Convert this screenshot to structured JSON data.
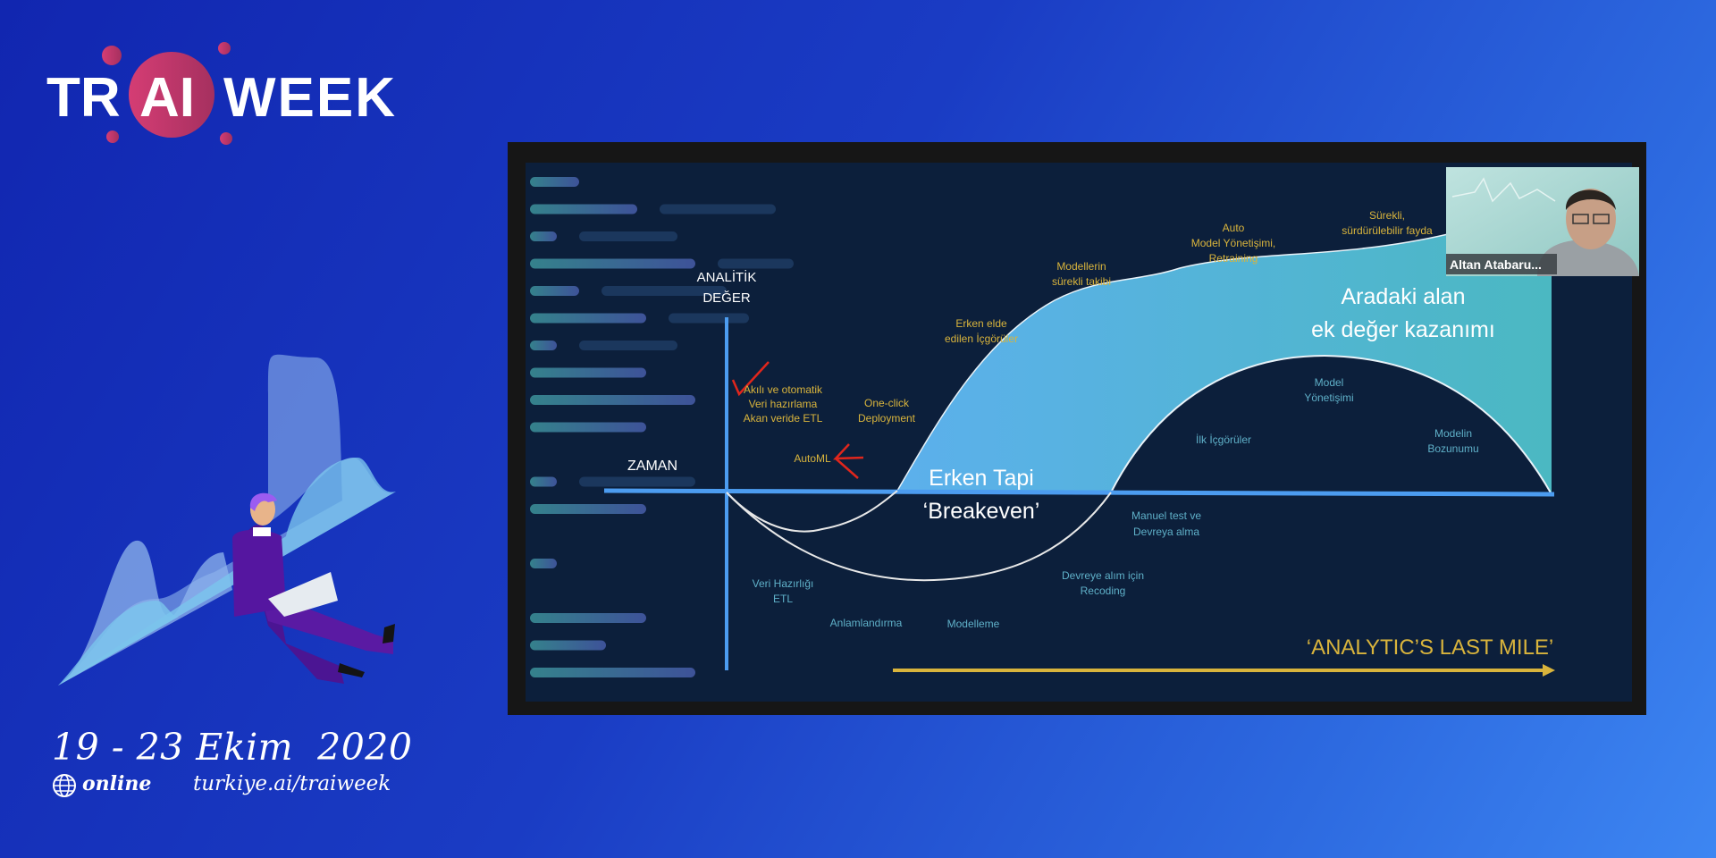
{
  "brand": {
    "logo_text_left": "TR",
    "logo_text_mid": "AI",
    "logo_text_right": "WEEK",
    "date": "19 - 23 Ekim  2020",
    "online_label": "online",
    "url": "turkiye.ai/traiweek",
    "accent": "#d03a6c"
  },
  "slide": {
    "y_axis_label_1": "ANALİTİK",
    "y_axis_label_2": "DEĞER",
    "x_axis_label": "ZAMAN",
    "smart_prep": [
      "Akılı ve otomatik",
      "Veri hazırlama",
      "Akan veride ETL"
    ],
    "one_click": [
      "One-click",
      "Deployment"
    ],
    "automl": "AutoML",
    "breakeven_1": "Erken Tapi",
    "breakeven_2": "‘Breakeven’",
    "early_insights": [
      "Erken elde",
      "edilen İçgörüler"
    ],
    "monitoring": [
      "Modellerin",
      "sürekli takibi"
    ],
    "auto_governance": [
      "Auto",
      "Model Yönetişimi,",
      "Retraining"
    ],
    "sustainable": [
      "Sürekli,",
      "sürdürülebilir fayda"
    ],
    "area_label": [
      "Aradaki alan",
      "ek değer kazanımı"
    ],
    "model_governance": [
      "Model",
      "Yönetişimi"
    ],
    "first_insights": "İlk İçgörüler",
    "model_decay": [
      "Modelin",
      "Bozunumu"
    ],
    "manual_test": [
      "Manuel test ve",
      "Devreya alma"
    ],
    "recoding": [
      "Devreye alım için",
      "Recoding"
    ],
    "data_prep": [
      "Veri Hazırlığı",
      "ETL"
    ],
    "sensemaking": "Anlamlandırma",
    "modeling": "Modelleme",
    "last_mile": "‘ANALYTIC’S LAST MILE’"
  },
  "webcam": {
    "participant_name": "Altan Atabaru..."
  }
}
